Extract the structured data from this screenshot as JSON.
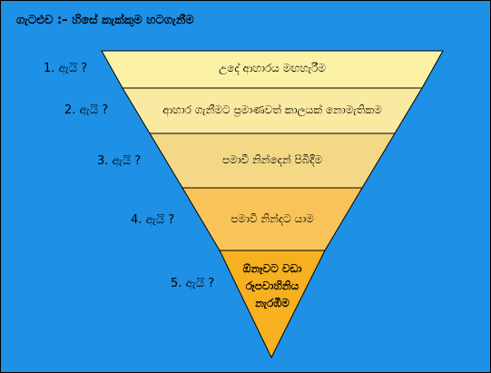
{
  "title": "ගැටළුව :– හිසේ කැක්කුම හටගැනීම",
  "colors": {
    "background": "#1E90E6",
    "level1": "#FCF2A6",
    "level2": "#FAE9A0",
    "level3": "#F4D885",
    "level4": "#F8C45A",
    "level5": "#F6B020",
    "outline": "#000000"
  },
  "levels": [
    {
      "question": "1. ඇයි ?",
      "answer": "උදේ ආහාරය මඟහැරීම"
    },
    {
      "question": "2. ඇයි ?",
      "answer": "ආහාර ගැනීමට ප්‍රමාණවත් කාලයක් නොමැතිකම"
    },
    {
      "question": "3. ඇයි ?",
      "answer": "පමාවී නින්දෙන් පිබිදීම"
    },
    {
      "question": "4. ඇයි ?",
      "answer": "පමාවී නින්දට යාම"
    },
    {
      "question": "5. ඇයි ?",
      "answer": "ඕනෑවට වඩා රූපවාහිනිය නැරඹීම"
    }
  ]
}
